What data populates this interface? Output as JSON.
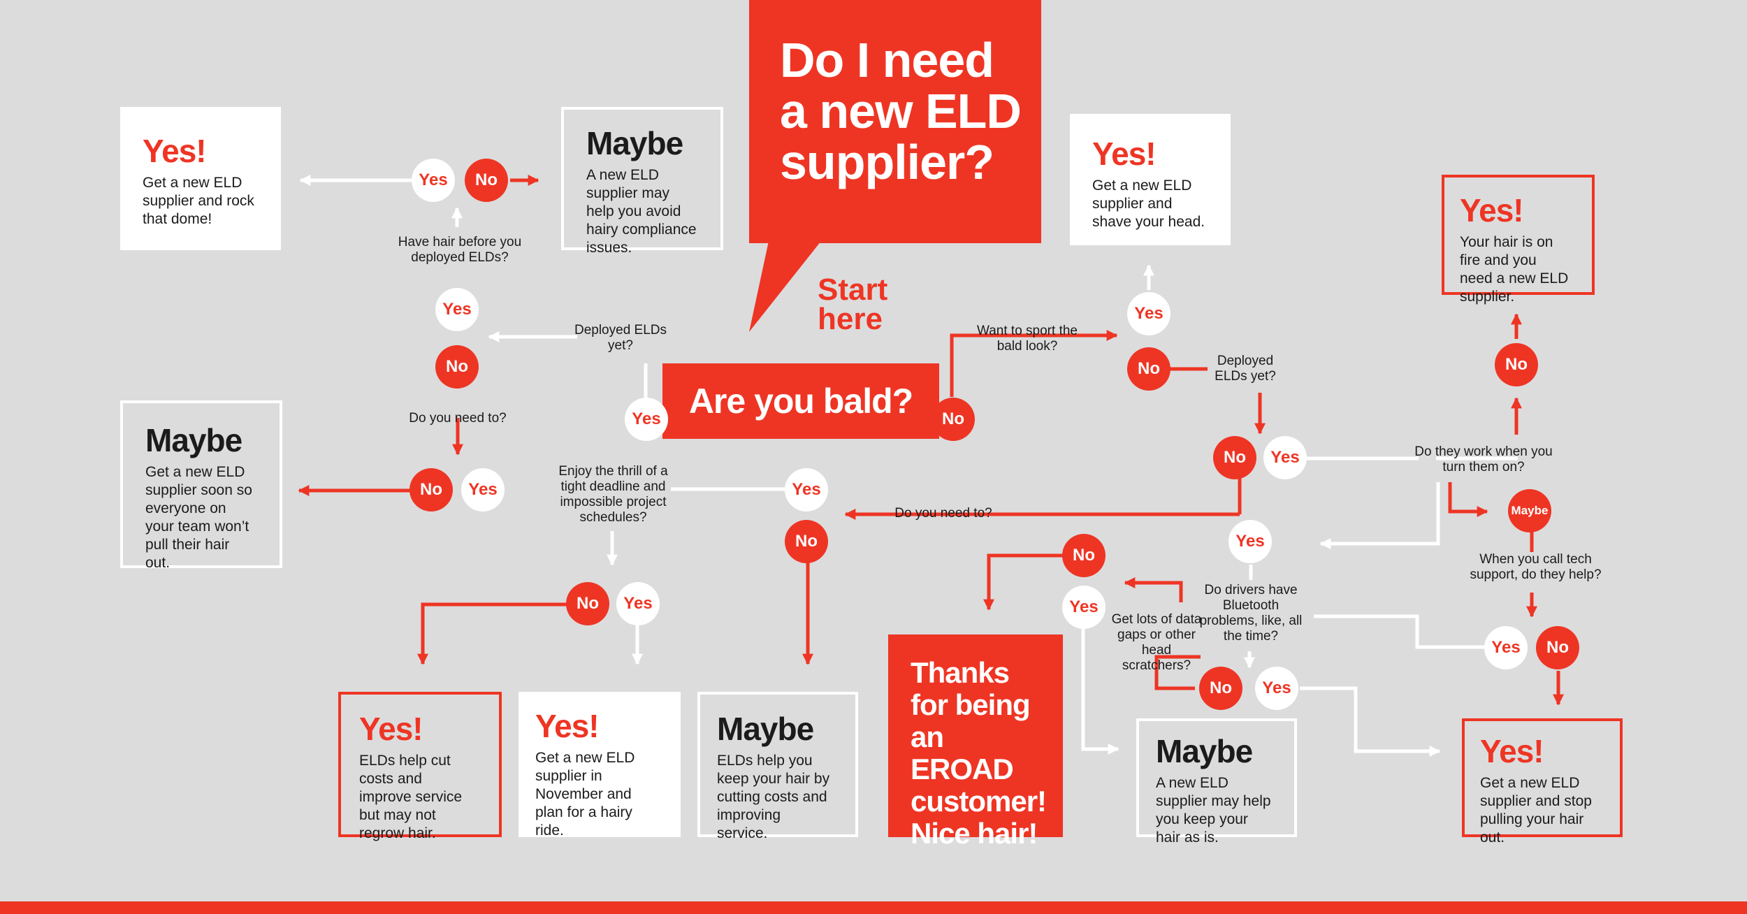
{
  "title": "Do I need a new ELD supplier?",
  "start_label": "Start here",
  "start_question": "Are you bald?",
  "colors": {
    "accent": "#ee3524",
    "background": "#dcdcdd",
    "box": "#ffffff",
    "text": "#1b1b1b"
  },
  "answers": {
    "yes": "Yes",
    "no": "No",
    "maybe": "Maybe"
  },
  "questions": {
    "have_hair": "Have hair before you deployed ELDs?",
    "deployed_left": "Deployed ELDs yet?",
    "need_to_left": "Do you need to?",
    "thrill": "Enjoy the thrill of a tight deadline and impossible project schedules?",
    "sport_bald": "Want to sport the bald look?",
    "deployed_right": "Deployed ELDs yet?",
    "need_to_right": "Do you need to?",
    "work_when_on": "Do they work when you turn them on?",
    "tech_support": "When you call tech support, do they help?",
    "bluetooth": "Do drivers have Bluetooth problems, like, all the time?",
    "data_gaps": "Get lots of data gaps or other head scratchers?"
  },
  "outcomes": {
    "rock_dome": {
      "heading": "Yes!",
      "text": "Get a new ELD supplier and rock that dome!"
    },
    "avoid_hairy": {
      "heading": "Maybe",
      "text": "A new ELD supplier may help you avoid hairy compliance issues."
    },
    "soon": {
      "heading": "Maybe",
      "text": "Get a new ELD supplier soon so everyone on your team won’t pull their hair out."
    },
    "shave": {
      "heading": "Yes!",
      "text": "Get a new ELD supplier and shave your head."
    },
    "on_fire": {
      "heading": "Yes!",
      "text": "Your hair is on fire and you need a new ELD supplier."
    },
    "cut_costs": {
      "heading": "Yes!",
      "text": "ELDs help cut costs and improve service but may not regrow hair."
    },
    "november": {
      "heading": "Yes!",
      "text": "Get a new ELD supplier in November and plan for a hairy ride."
    },
    "keep_hair": {
      "heading": "Maybe",
      "text": "ELDs help you keep your hair by cutting costs and improving service."
    },
    "eroad": {
      "text": "Thanks for being an EROAD customer! Nice hair!"
    },
    "as_is": {
      "heading": "Maybe",
      "text": "A new ELD supplier may help you keep your hair as is."
    },
    "stop_pulling": {
      "heading": "Yes!",
      "text": "Get a new ELD supplier and stop pulling your hair out."
    }
  }
}
